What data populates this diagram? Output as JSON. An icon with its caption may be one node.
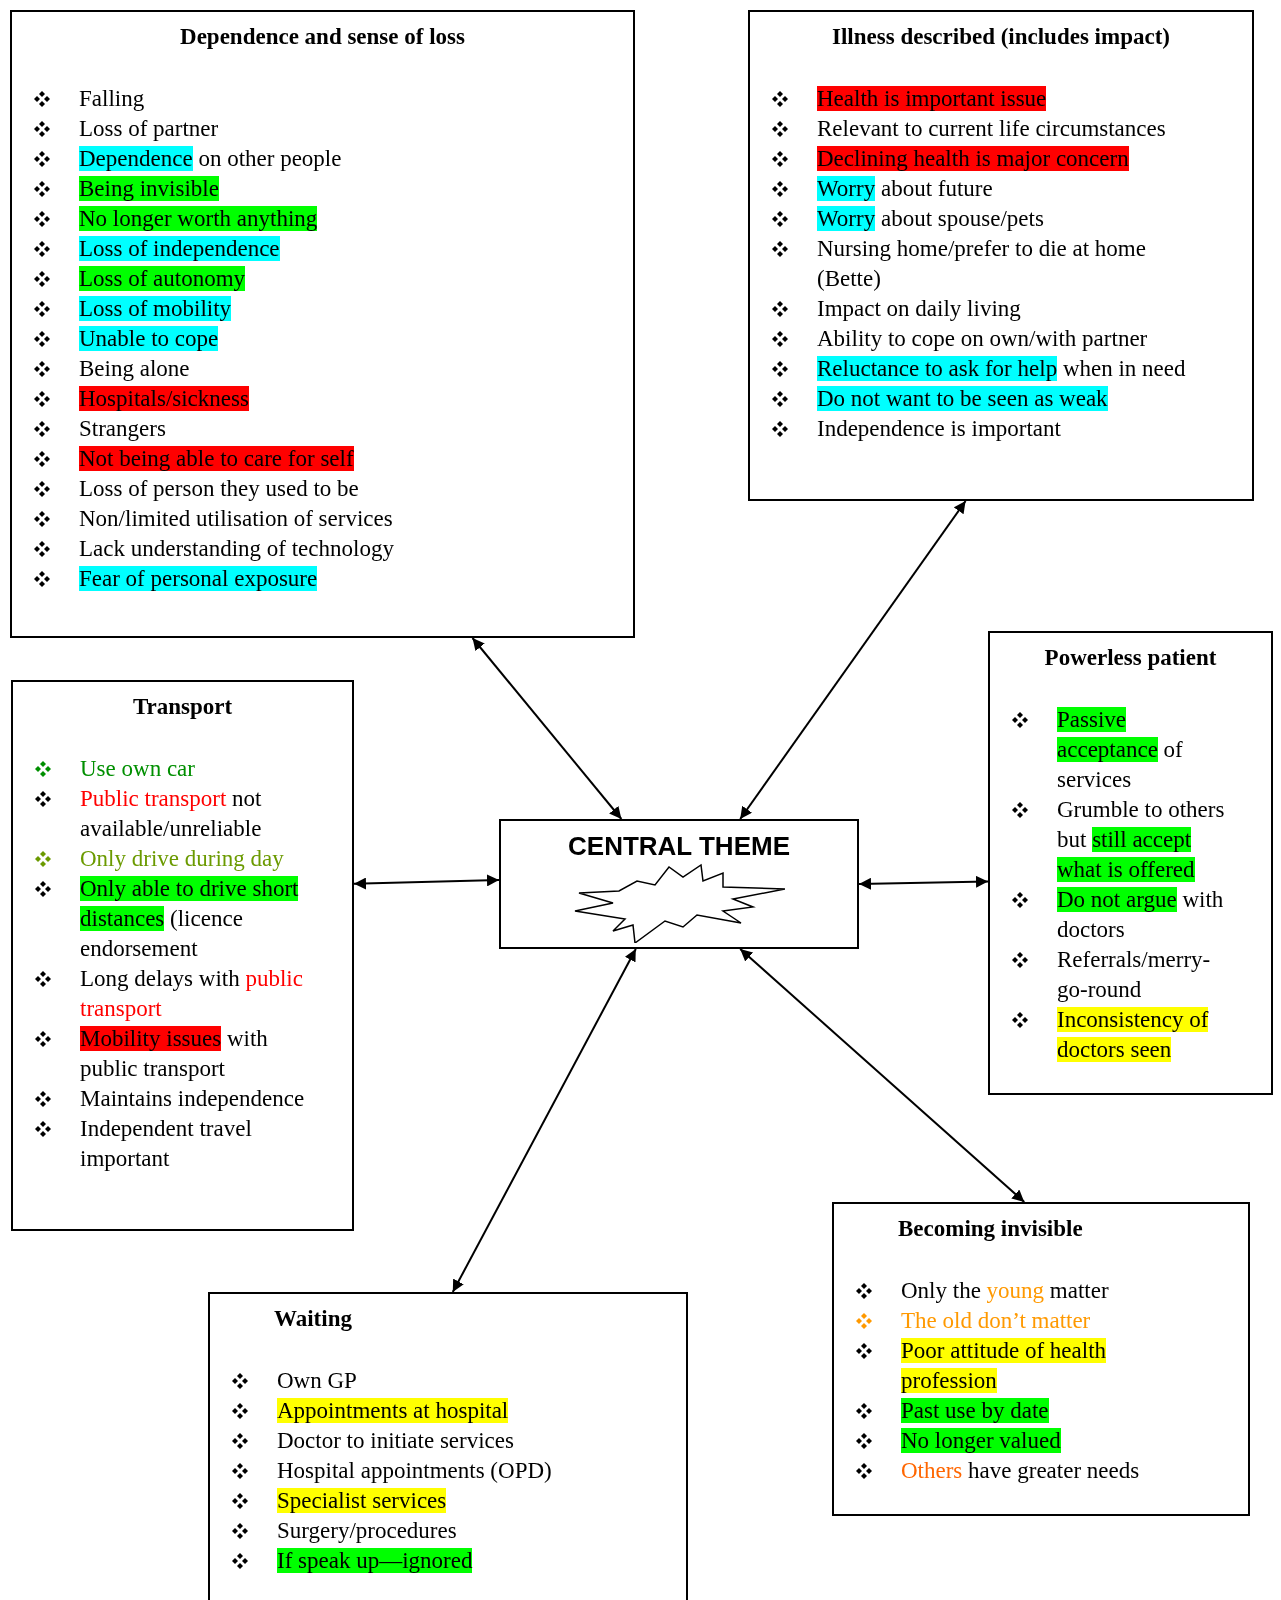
{
  "diagram": {
    "nodes": [
      {
        "text": [
          "Dependence and sense of loss",
          "Falling",
          "Loss of partner",
          "Dependence on other people",
          "Being invisible",
          "No longer worth anything",
          "Loss of independence",
          "Loss of autonomy",
          "Loss of mobility",
          "Unable to cope",
          "Being alone",
          "Hospitals/sickness",
          "Strangers",
          "Not being able to care for self",
          "Loss of person they used to be",
          "Non/limited utilisation of services",
          "Lack understanding of technology",
          "Fear of personal exposure"
        ]
      },
      {
        "text": [
          "Illness described (includes impact)",
          "Health is important issue",
          "Relevant to current life circumstances",
          "Declining health is major concern",
          "Worry about future",
          "Worry about spouse/pets",
          "Nursing home/prefer to die at home (Bette)",
          "Impact on daily living",
          "Ability to cope on own/with partner",
          "Reluctance to ask for help when in need",
          "Do not want to be seen as weak",
          "Independence is important"
        ]
      },
      {
        "text": [
          "Transport",
          "Use own car",
          "Public transport not available/unreliable",
          "Only drive during day",
          "Only able to drive short distances (licence endorsement",
          "Long delays with public transport",
          "Mobility issues with public transport",
          "Maintains independence",
          "Independent travel important"
        ]
      },
      {
        "text": [
          "CENTRAL THEME"
        ]
      },
      {
        "text": [
          "Powerless patient",
          "Passive acceptance of services",
          "Grumble to others but still accept what is offered",
          "Do not argue with doctors",
          "Referrals/merry-go-round",
          "Inconsistency of doctors seen"
        ]
      },
      {
        "text": [
          "Becoming invisible",
          "Only the young matter",
          "The old don’t matter",
          "Poor attitude of health profession",
          "Past use by date",
          "No longer valued",
          "Others have greater needs"
        ]
      },
      {
        "text": [
          "Waiting",
          "Own GP",
          "Appointments at hospital",
          "Doctor to initiate services",
          "Hospital appointments (OPD)",
          "Specialist services",
          "Surgery/procedures",
          "If speak up—ignored"
        ]
      }
    ],
    "edges": [
      {
        "from": 3,
        "to": 0,
        "arrow": "both"
      },
      {
        "from": 3,
        "to": 1,
        "arrow": "both"
      },
      {
        "from": 3,
        "to": 2,
        "arrow": "both"
      },
      {
        "from": 3,
        "to": 4,
        "arrow": "both"
      },
      {
        "from": 3,
        "to": 5,
        "arrow": "both"
      },
      {
        "from": 3,
        "to": 6,
        "arrow": "both"
      }
    ]
  }
}
